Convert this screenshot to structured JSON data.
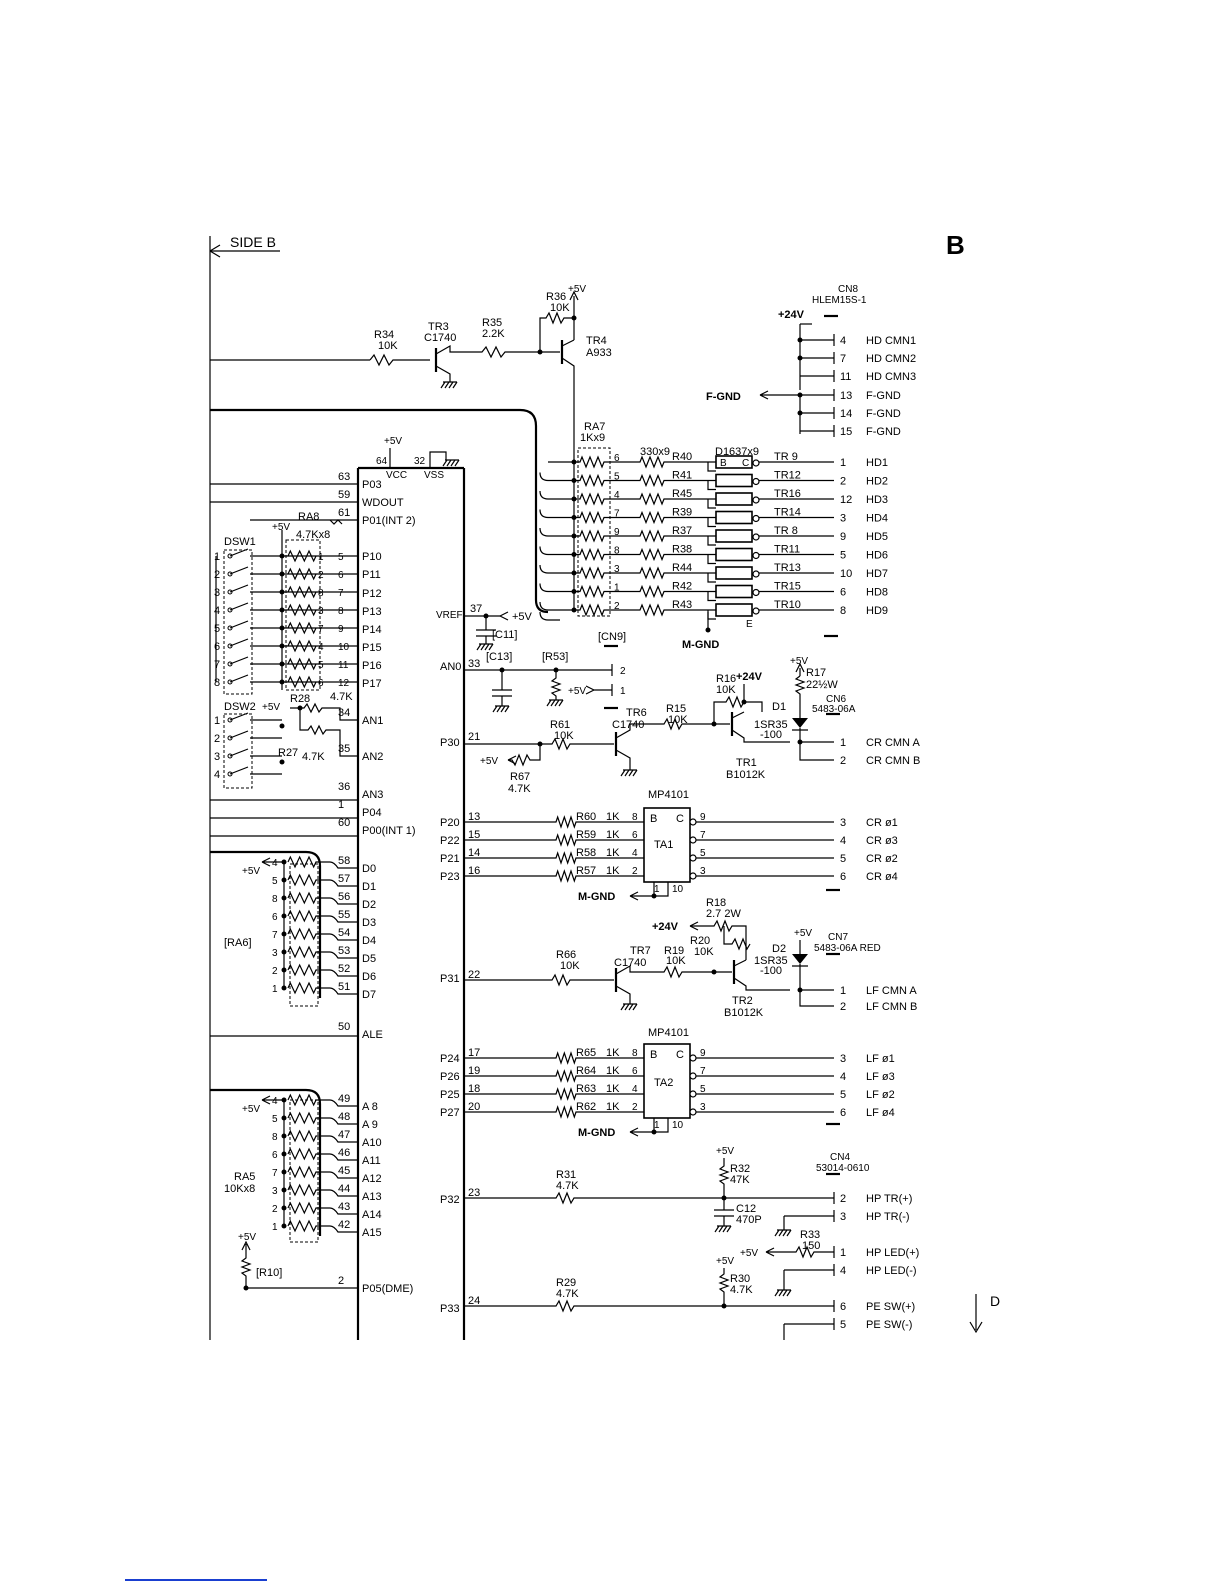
{
  "header": {
    "side_label": "SIDE B",
    "sheet_letter": "B",
    "continue_label": "D"
  },
  "tr_top": {
    "r34": "R34",
    "r34v": "10K",
    "tr3": "TR3",
    "tr3v": "C1740",
    "r35": "R35",
    "r35v": "2.2K",
    "r36": "R36",
    "r36v": "10K",
    "p5": "+5V",
    "tr4": "TR4",
    "tr4v": "A933",
    "ra7": "RA7",
    "ra7v": "1Kx9"
  },
  "cn8": {
    "name": "CN8",
    "part": "HLEM15S-1",
    "p24": "+24V",
    "fgnd": "F-GND",
    "pins": [
      {
        "n": "4",
        "label": "HD CMN1"
      },
      {
        "n": "7",
        "label": "HD CMN2"
      },
      {
        "n": "11",
        "label": "HD CMN3"
      },
      {
        "n": "13",
        "label": "F-GND"
      },
      {
        "n": "14",
        "label": "F-GND"
      },
      {
        "n": "15",
        "label": "F-GND"
      },
      {
        "n": "1",
        "label": "HD1"
      },
      {
        "n": "2",
        "label": "HD2"
      },
      {
        "n": "12",
        "label": "HD3"
      },
      {
        "n": "3",
        "label": "HD4"
      },
      {
        "n": "9",
        "label": "HD5"
      },
      {
        "n": "5",
        "label": "HD6"
      },
      {
        "n": "10",
        "label": "HD7"
      },
      {
        "n": "6",
        "label": "HD8"
      },
      {
        "n": "8",
        "label": "HD9"
      }
    ]
  },
  "head_drv": {
    "r40": "330x9",
    "d1637": "D1637x9",
    "b": "B",
    "c": "C",
    "e": "E",
    "mgnd": "M-GND",
    "rows": [
      {
        "ra": "6",
        "r": "R40",
        "tr": "TR 9"
      },
      {
        "ra": "5",
        "r": "R41",
        "tr": "TR12"
      },
      {
        "ra": "4",
        "r": "R45",
        "tr": "TR16"
      },
      {
        "ra": "7",
        "r": "R39",
        "tr": "TR14"
      },
      {
        "ra": "9",
        "r": "R37",
        "tr": "TR 8"
      },
      {
        "ra": "8",
        "r": "R38",
        "tr": "TR11"
      },
      {
        "ra": "3",
        "r": "R44",
        "tr": "TR13"
      },
      {
        "ra": "1",
        "r": "R42",
        "tr": "TR15"
      },
      {
        "ra": "2",
        "r": "R43",
        "tr": "TR10"
      }
    ]
  },
  "mcu": {
    "p5": "+5V",
    "vcc": "VCC",
    "vss": "VSS",
    "pin64": "64",
    "pin32": "32",
    "vref": "VREF",
    "an0": "AN0",
    "p30": "P30",
    "p31": "P31",
    "p32": "P32",
    "p33": "P33",
    "left_pins": [
      {
        "n": "63",
        "label": "P03"
      },
      {
        "n": "59",
        "label": "WDOUT"
      },
      {
        "n": "61",
        "label": "P01(INT 2)"
      },
      {
        "n": "",
        "label": "P10"
      },
      {
        "n": "",
        "label": "P11"
      },
      {
        "n": "",
        "label": "P12"
      },
      {
        "n": "",
        "label": "P13"
      },
      {
        "n": "",
        "label": "P14"
      },
      {
        "n": "",
        "label": "P15"
      },
      {
        "n": "",
        "label": "P16"
      },
      {
        "n": "",
        "label": "P17"
      },
      {
        "n": "34",
        "label": "AN1"
      },
      {
        "n": "35",
        "label": "AN2"
      },
      {
        "n": "36",
        "label": "AN3"
      },
      {
        "n": "1",
        "label": "P04"
      },
      {
        "n": "60",
        "label": "P00(INT 1)"
      },
      {
        "n": "58",
        "label": "D0"
      },
      {
        "n": "57",
        "label": "D1"
      },
      {
        "n": "56",
        "label": "D2"
      },
      {
        "n": "55",
        "label": "D3"
      },
      {
        "n": "54",
        "label": "D4"
      },
      {
        "n": "53",
        "label": "D5"
      },
      {
        "n": "52",
        "label": "D6"
      },
      {
        "n": "51",
        "label": "D7"
      },
      {
        "n": "50",
        "label": "ALE"
      },
      {
        "n": "49",
        "label": "A 8"
      },
      {
        "n": "48",
        "label": "A 9"
      },
      {
        "n": "47",
        "label": "A10"
      },
      {
        "n": "46",
        "label": "A11"
      },
      {
        "n": "45",
        "label": "A12"
      },
      {
        "n": "44",
        "label": "A13"
      },
      {
        "n": "43",
        "label": "A14"
      },
      {
        "n": "42",
        "label": "A15"
      },
      {
        "n": "2",
        "label": "P05(DME)"
      }
    ]
  },
  "dsw": {
    "ra8": "RA8",
    "ra8v": "4.7Kx8",
    "p5": "+5V",
    "dsw1": "DSW1",
    "dsw2": "DSW2",
    "r28": "R28",
    "r28v": "4.7K",
    "r27": "R27",
    "r27v": "4.7K",
    "sw1": [
      "1",
      "2",
      "3",
      "4",
      "5",
      "6",
      "7",
      "8"
    ],
    "ra_l": [
      "1",
      "2",
      "8",
      "3",
      "7",
      "4",
      "5",
      "6"
    ],
    "ra_r": [
      "5",
      "6",
      "7",
      "8",
      "9",
      "10",
      "11",
      "12"
    ],
    "sw2": [
      "1",
      "2",
      "3",
      "4"
    ]
  },
  "ra6": {
    "name": "[RA6]",
    "p5": "+5V",
    "left": [
      "4",
      "5",
      "8",
      "6",
      "7",
      "3",
      "2",
      "1"
    ]
  },
  "ra5": {
    "name": "RA5",
    "val": "10Kx8",
    "p5": "+5V",
    "left": [
      "4",
      "5",
      "8",
      "6",
      "7",
      "3",
      "2",
      "1"
    ],
    "r10": "[R10]"
  },
  "analog": {
    "pin37": "37",
    "p5": "+5V",
    "c11": "[C11]",
    "pin33": "33",
    "c13": "[C13]",
    "r53": "[R53]",
    "cn9": "[CN9]",
    "n2": "2",
    "n1": "1"
  },
  "cr": {
    "pin21": "21",
    "r61": "R61",
    "r61v": "10K",
    "r67": "R67",
    "r67v": "4.7K",
    "p5": "+5V",
    "tr6": "TR6",
    "tr6v": "C1740",
    "r15": "R15",
    "r15v": "10K",
    "r16": "R16",
    "r16v": "10K",
    "p24": "+24V",
    "r17": "R17",
    "r17v": "22½W",
    "d1": "D1",
    "d1v": "1SR35",
    "d1v2": "-100",
    "tr1": "TR1",
    "tr1v": "B1012K",
    "cn6": "CN6",
    "cn6v": "5483-06A",
    "cmn": [
      {
        "n": "1",
        "label": "CR CMN A"
      },
      {
        "n": "2",
        "label": "CR CMN B"
      }
    ],
    "mp": "MP4101",
    "ta": "TA1",
    "mgnd": "M-GND",
    "b": "B",
    "c": "C",
    "p1": "1",
    "p10": "10",
    "rows": [
      {
        "port": "P20",
        "pin": "13",
        "r": "R60",
        "rv": "1K",
        "in": "8",
        "out": "9",
        "cn": "3",
        "label": "CR ø1"
      },
      {
        "port": "P22",
        "pin": "15",
        "r": "R59",
        "rv": "1K",
        "in": "6",
        "out": "7",
        "cn": "4",
        "label": "CR ø3"
      },
      {
        "port": "P21",
        "pin": "14",
        "r": "R58",
        "rv": "1K",
        "in": "4",
        "out": "5",
        "cn": "5",
        "label": "CR ø2"
      },
      {
        "port": "P23",
        "pin": "16",
        "r": "R57",
        "rv": "1K",
        "in": "2",
        "out": "3",
        "cn": "6",
        "label": "CR ø4"
      }
    ]
  },
  "lf": {
    "r18": "R18",
    "r18v": "2.7 2W",
    "p24": "+24V",
    "r20": "R20",
    "r20v": "10K",
    "r19": "R19",
    "r19v": "10K",
    "tr7": "TR7",
    "tr7v": "C1740",
    "r66": "R66",
    "r66v": "10K",
    "pin22": "22",
    "d2": "D2",
    "d2v": "1SR35",
    "d2v2": "-100",
    "p5": "+5V",
    "cn7": "CN7",
    "cn7v": "5483-06A RED",
    "tr2": "TR2",
    "tr2v": "B1012K",
    "cmn": [
      {
        "n": "1",
        "label": "LF CMN A"
      },
      {
        "n": "2",
        "label": "LF CMN B"
      }
    ],
    "mp": "MP4101",
    "ta": "TA2",
    "mgnd": "M-GND",
    "b": "B",
    "c": "C",
    "p1": "1",
    "p10": "10",
    "rows": [
      {
        "port": "P24",
        "pin": "17",
        "r": "R65",
        "rv": "1K",
        "in": "8",
        "out": "9",
        "cn": "3",
        "label": "LF ø1"
      },
      {
        "port": "P26",
        "pin": "19",
        "r": "R64",
        "rv": "1K",
        "in": "6",
        "out": "7",
        "cn": "4",
        "label": "LF ø3"
      },
      {
        "port": "P25",
        "pin": "18",
        "r": "R63",
        "rv": "1K",
        "in": "4",
        "out": "5",
        "cn": "5",
        "label": "LF ø2"
      },
      {
        "port": "P27",
        "pin": "20",
        "r": "R62",
        "rv": "1K",
        "in": "2",
        "out": "3",
        "cn": "6",
        "label": "LF ø4"
      }
    ]
  },
  "hp": {
    "pin23": "23",
    "r31": "R31",
    "r31v": "4.7K",
    "p5": "+5V",
    "r32": "R32",
    "r32v": "47K",
    "c12": "C12",
    "c12v": "470P",
    "r33": "R33",
    "r33v": "150",
    "cn4": "CN4",
    "cn4v": "53014-0610",
    "pins": [
      {
        "n": "2",
        "label": "HP TR(+)"
      },
      {
        "n": "3",
        "label": "HP TR(-)"
      },
      {
        "n": "1",
        "label": "HP LED(+)"
      },
      {
        "n": "4",
        "label": "HP LED(-)"
      }
    ],
    "pin24": "24",
    "r29": "R29",
    "r29v": "4.7K",
    "r30": "R30",
    "r30v": "4.7K",
    "pe": [
      {
        "n": "6",
        "label": "PE SW(+)"
      },
      {
        "n": "5",
        "label": "PE SW(-)"
      }
    ]
  }
}
